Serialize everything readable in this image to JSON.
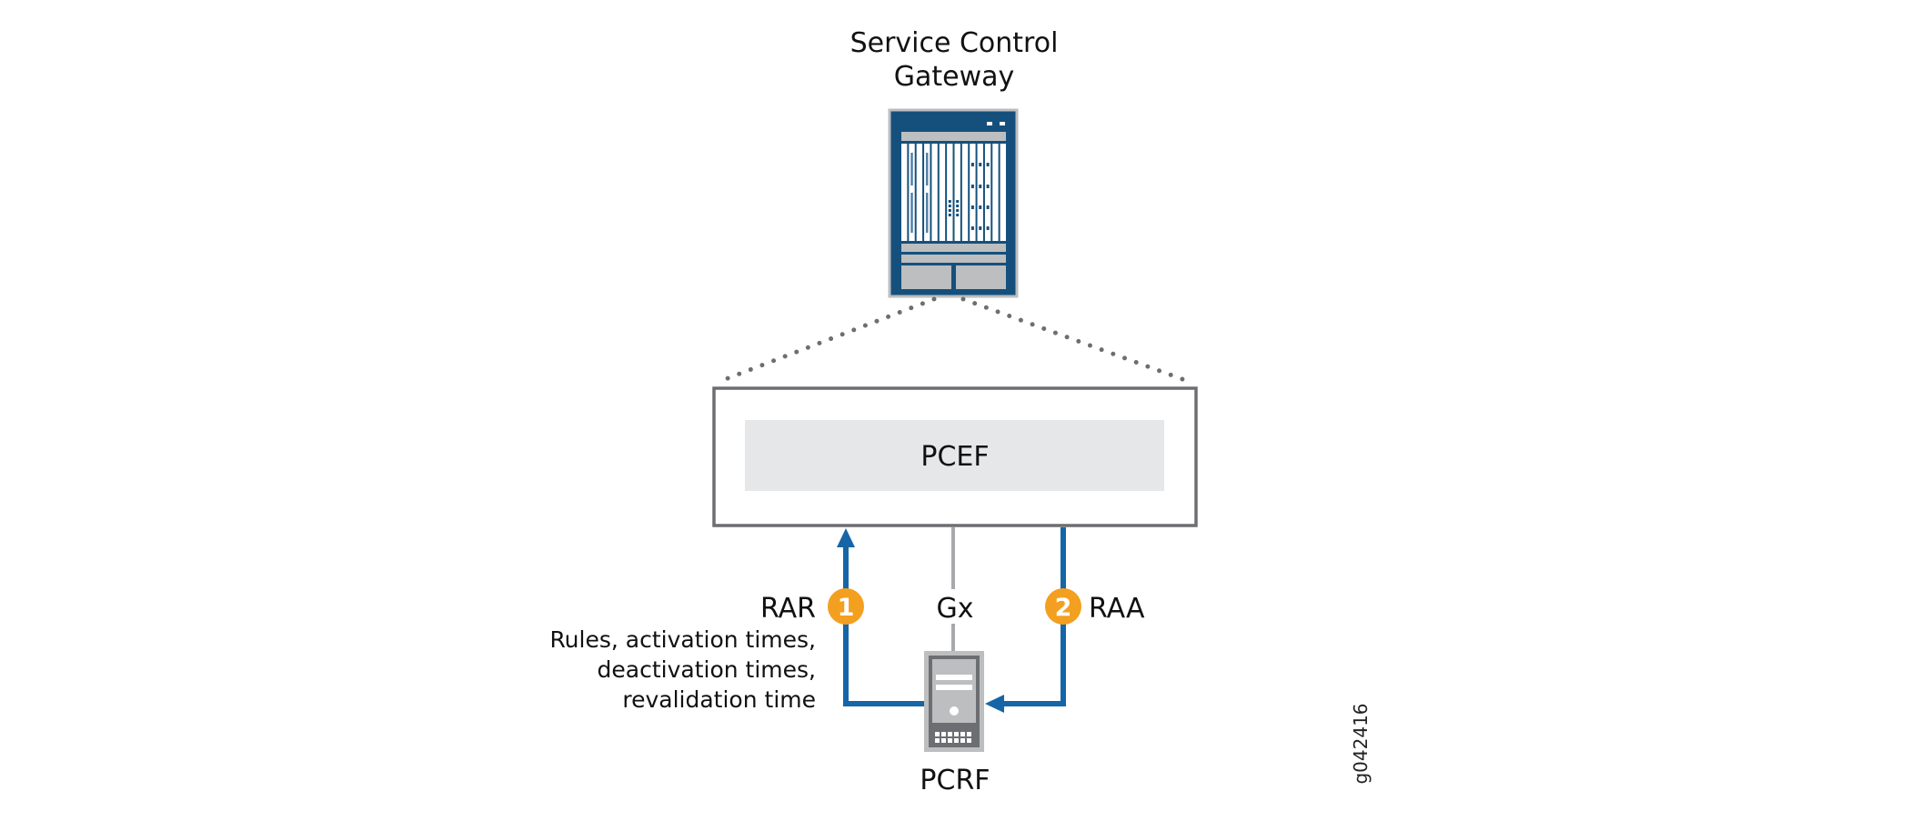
{
  "diagram": {
    "gateway": {
      "title_line1": "Service Control",
      "title_line2": "Gateway",
      "icon": "chassis-router-icon"
    },
    "pcef": {
      "label": "PCEF"
    },
    "pcrf": {
      "label": "PCRF",
      "icon": "server-icon"
    },
    "interface": {
      "label": "Gx"
    },
    "steps": [
      {
        "number": "1",
        "message": "RAR",
        "description_lines": [
          "Rules, activation times,",
          "deactivation times,",
          "revalidation time"
        ],
        "direction": "PCRF to PCEF"
      },
      {
        "number": "2",
        "message": "RAA",
        "direction": "PCEF to PCRF"
      }
    ],
    "figure_id": "g042416",
    "colors": {
      "flow_arrow": "#1565A7",
      "step_badge": "#F39F1F",
      "device_blue": "#15507C",
      "box_border": "#6D6E71",
      "pcef_fill": "#E6E7E8",
      "interface_line": "#A7A9AC"
    }
  }
}
